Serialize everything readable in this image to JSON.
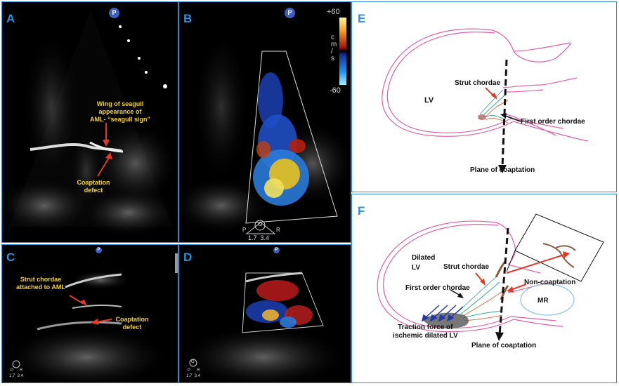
{
  "panels": {
    "A": {
      "label": "A",
      "icon": "P",
      "caption_wing": "Wing of seagull\nappearance of\nAML- “seagull sign”",
      "caption_coap": "Coaptation\ndefect"
    },
    "B": {
      "label": "B",
      "icon": "P",
      "scale_top": "+60",
      "scale_bottom": "-60",
      "scale_unit": "c\nm\n/\ns",
      "depth_icon": "G",
      "depth_left": "P",
      "depth_right": "R",
      "depth_values": "1.7  3.4"
    },
    "C": {
      "label": "C",
      "icon": "P",
      "caption_strut": "Strut chordae\nattached to AML",
      "caption_coap": "Coaptation\ndefect",
      "depth_left": "P",
      "depth_right": "R",
      "depth_values": "1.7  3.4"
    },
    "D": {
      "label": "D",
      "icon": "P",
      "depth_icon": "G",
      "depth_left": "P",
      "depth_right": "R",
      "depth_values": "1.7  3.4"
    },
    "E": {
      "label": "E",
      "lv": "LV",
      "strut": "Strut chordae",
      "first_order": "First order chordae",
      "plane": "Plane of coaptation"
    },
    "F": {
      "label": "F",
      "dilated": "Dilated\nLV",
      "strut": "Strut chordae",
      "first_order": "First order chordae",
      "non_coap": "Non-coaptation",
      "mr": "MR",
      "traction": "Traction force of\nischemic dilated LV",
      "plane": "Plane of coaptation"
    }
  },
  "colors": {
    "panel_border": "#2a8ad4",
    "label_blue": "#2f8fd8",
    "caption_yellow": "#f2d230",
    "arrow_red": "#e23a2a",
    "lv_wall": "#e060a0"
  }
}
